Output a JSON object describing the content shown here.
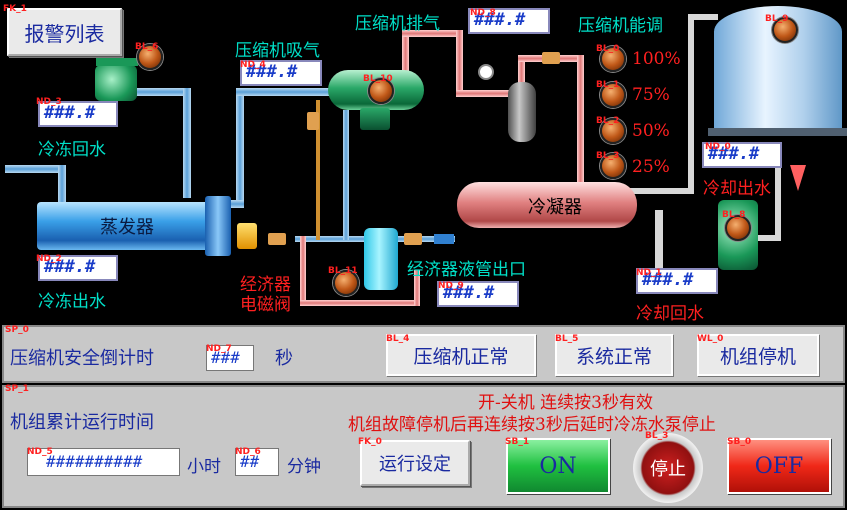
{
  "tags": {
    "fk1": "FK_1",
    "bl6": "BL_6",
    "nd3": "ND_3",
    "nd4": "ND_4",
    "bl10": "BL_10",
    "nd8": "ND_8",
    "bl9": "BL_9",
    "bl0": "BL_0",
    "bl1": "BL_1",
    "bl2": "BL_2",
    "bl3": "BL_3",
    "nd0": "ND_0",
    "bl8": "BL_8",
    "nd2": "ND_2",
    "bl11": "BL_11",
    "nd9": "ND_9",
    "nd1": "ND_1",
    "sp0": "SP_0",
    "nd7": "ND_7",
    "bl4": "BL_4",
    "bl5": "BL_5",
    "wl0": "WL_0",
    "sp1": "SP_1",
    "nd5": "ND_5",
    "nd6": "ND_6",
    "fk0": "FK_0",
    "sb1": "SB_1",
    "bl3b": "BL_3",
    "sb0": "SB_0"
  },
  "alarm_button": "报警列表",
  "labels": {
    "compressor_discharge": "压缩机排气",
    "compressor_capacity": "压缩机能调",
    "compressor_suction": "压缩机吸气",
    "chilled_return": "冷冻回水",
    "chilled_supply": "冷冻出水",
    "evaporator": "蒸发器",
    "condenser": "冷凝器",
    "cooling_out": "冷却出水",
    "cooling_return": "冷却回水",
    "economizer_valve_1": "经济器",
    "economizer_valve_2": "电磁阀",
    "economizer_outlet": "经济器液管出口"
  },
  "capacity": [
    "100%",
    "75%",
    "50%",
    "25%"
  ],
  "readouts": {
    "nd8": "###.#",
    "nd4": "###.#",
    "nd3": "###.#",
    "nd0": "###.#",
    "nd2": "###.#",
    "nd9": "###.#",
    "nd1": "###.#"
  },
  "panel1": {
    "countdown_label": "压缩机安全倒计时",
    "countdown_value": "###",
    "countdown_unit": "秒",
    "status_compressor": "压缩机正常",
    "status_system": "系统正常",
    "status_unit": "机组停机"
  },
  "panel2": {
    "runtime_label": "机组累计运行时间",
    "hours_value": "##########",
    "hours_unit": "小时",
    "minutes_value": "##",
    "minutes_unit": "分钟",
    "notice_1": "开-关机 连续按3秒有效",
    "notice_2": "机组故障停机后再连续按3秒后延时冷冻水泵停止",
    "settings_button": "运行设定",
    "on_button": "ON",
    "stop_lamp": "停止",
    "off_button": "OFF"
  }
}
